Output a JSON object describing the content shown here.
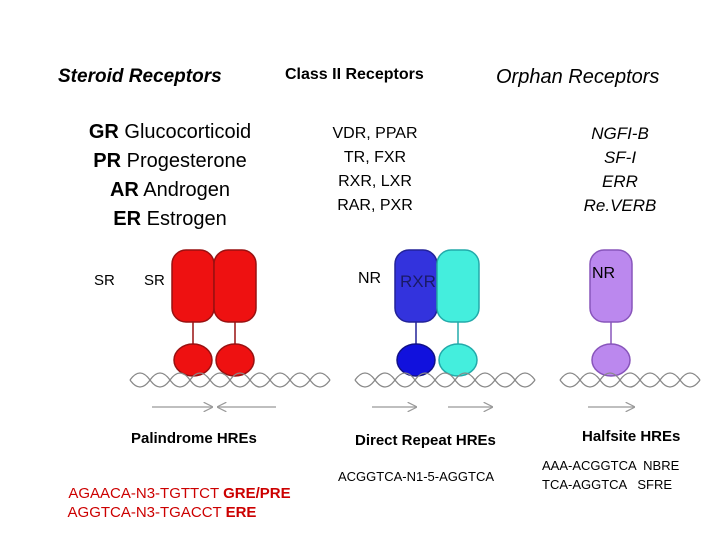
{
  "headers": {
    "steroid": "Steroid Receptors",
    "class2": "Class II Receptors",
    "orphan": "Orphan Receptors"
  },
  "steroid_list": [
    {
      "abbr": "GR",
      "name": " Glucocorticoid"
    },
    {
      "abbr": "PR",
      "name": " Progesterone"
    },
    {
      "abbr": "AR",
      "name": " Androgen"
    },
    {
      "abbr": "ER",
      "name": " Estrogen"
    }
  ],
  "class2_list": [
    "VDR, PPAR",
    "TR, FXR",
    "RXR, LXR",
    "RAR, PXR"
  ],
  "orphan_list": [
    "NGFI-B",
    "SF-I",
    "ERR",
    "Re.VERB"
  ],
  "labels": {
    "sr_left": "SR",
    "sr_right": "SR",
    "nr_mid": "NR",
    "rxr": "RXR",
    "nr_right": "NR"
  },
  "hre_labels": {
    "palindrome": "Palindrome HREs",
    "direct": "Direct Repeat HREs",
    "halfsite": "Halfsite HREs"
  },
  "sequences": {
    "gre_seq": "AGAACA-N3-TGTTCT ",
    "gre_tag": "GRE/PRE",
    "ere_seq": "AGGTCA-N3-TGACCT ",
    "ere_tag": "ERE",
    "direct_seq": "ACGGTCA-N1-5-AGGTCA",
    "nbre": "AAA-ACGGTCA  NBRE",
    "sfre": "TCA-AGGTCA   SFRE"
  },
  "colors": {
    "steroid_red": "#ee1111",
    "class2_blue": "#3333dd",
    "rxr_cyan": "#44eedd",
    "orphan_violet": "#bb88ee",
    "text_red": "#cc0000"
  }
}
